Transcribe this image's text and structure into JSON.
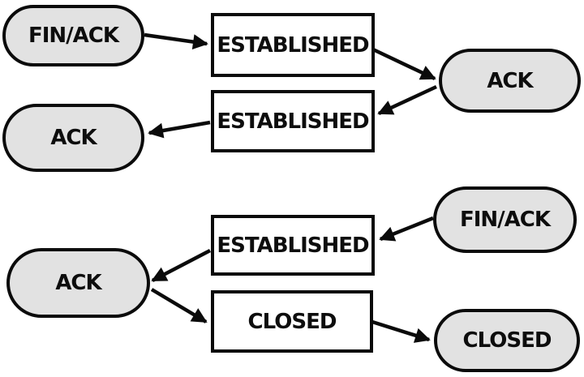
{
  "diagram": {
    "description": "TCP connection teardown state diagram with two handshake sequences",
    "colors": {
      "stadium_fill": "#e2e2e2",
      "rect_fill": "#ffffff",
      "stroke": "#0b0b0b",
      "text": "#0d0d0d",
      "background": "#ffffff"
    },
    "nodes": [
      {
        "id": "finack-top-left",
        "label": "FIN/ACK",
        "shape": "stadium"
      },
      {
        "id": "established-1",
        "label": "ESTABLISHED",
        "shape": "rect"
      },
      {
        "id": "ack-right",
        "label": "ACK",
        "shape": "stadium"
      },
      {
        "id": "established-2",
        "label": "ESTABLISHED",
        "shape": "rect"
      },
      {
        "id": "ack-left-top",
        "label": "ACK",
        "shape": "stadium"
      },
      {
        "id": "finack-bottom-right",
        "label": "FIN/ACK",
        "shape": "stadium"
      },
      {
        "id": "established-3",
        "label": "ESTABLISHED",
        "shape": "rect"
      },
      {
        "id": "ack-left-bottom",
        "label": "ACK",
        "shape": "stadium"
      },
      {
        "id": "closed-center",
        "label": "CLOSED",
        "shape": "rect"
      },
      {
        "id": "closed-bottom-right",
        "label": "CLOSED",
        "shape": "stadium"
      }
    ],
    "edges": [
      {
        "from": "finack-top-left",
        "to": "established-1"
      },
      {
        "from": "established-1",
        "to": "ack-right"
      },
      {
        "from": "ack-right",
        "to": "established-2"
      },
      {
        "from": "established-2",
        "to": "ack-left-top"
      },
      {
        "from": "finack-bottom-right",
        "to": "established-3"
      },
      {
        "from": "established-3",
        "to": "ack-left-bottom"
      },
      {
        "from": "ack-left-bottom",
        "to": "closed-center"
      },
      {
        "from": "closed-center",
        "to": "closed-bottom-right"
      }
    ]
  }
}
